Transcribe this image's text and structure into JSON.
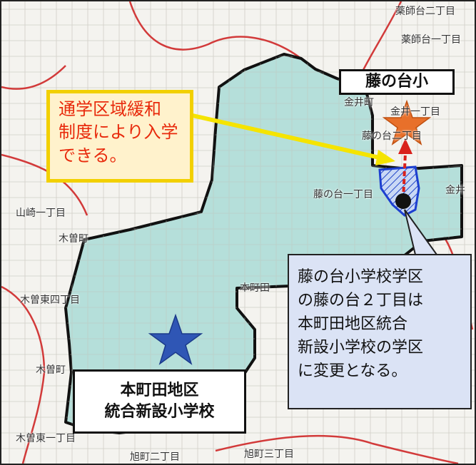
{
  "place_labels": [
    "薬師台二丁目",
    "薬師台一丁目",
    "金井町",
    "金井一丁目",
    "藤の台一丁目",
    "藤の台二丁目",
    "金井",
    "山崎一丁目",
    "木曽町",
    "木曽東四丁目",
    "本町田",
    "木曽町",
    "木曽東一丁目",
    "旭町二丁目",
    "旭町三丁目"
  ],
  "callouts": {
    "fujinodai_school": "藤の台小",
    "new_school_line1": "本町田地区",
    "new_school_line2": "統合新設小学校",
    "relaxation_note": [
      "通学区域緩和",
      "制度により入学",
      "できる。"
    ],
    "change_note": [
      "藤の台小学校学区",
      "の藤の台２丁目は",
      "本町田地区統合",
      "新設小学校の学区",
      "に変更となる。"
    ]
  },
  "colors": {
    "school_district_fill": "#a9dbd6",
    "boundary": "#111111",
    "road_red": "#d23a3a",
    "star_orange": "#e8702a",
    "star_blue": "#2f56b5",
    "note_yellow_border": "#f2d000",
    "note_text_red": "#e8290b",
    "arrow_yellow": "#f5e400",
    "dashed_arrow": "#d9211c"
  }
}
